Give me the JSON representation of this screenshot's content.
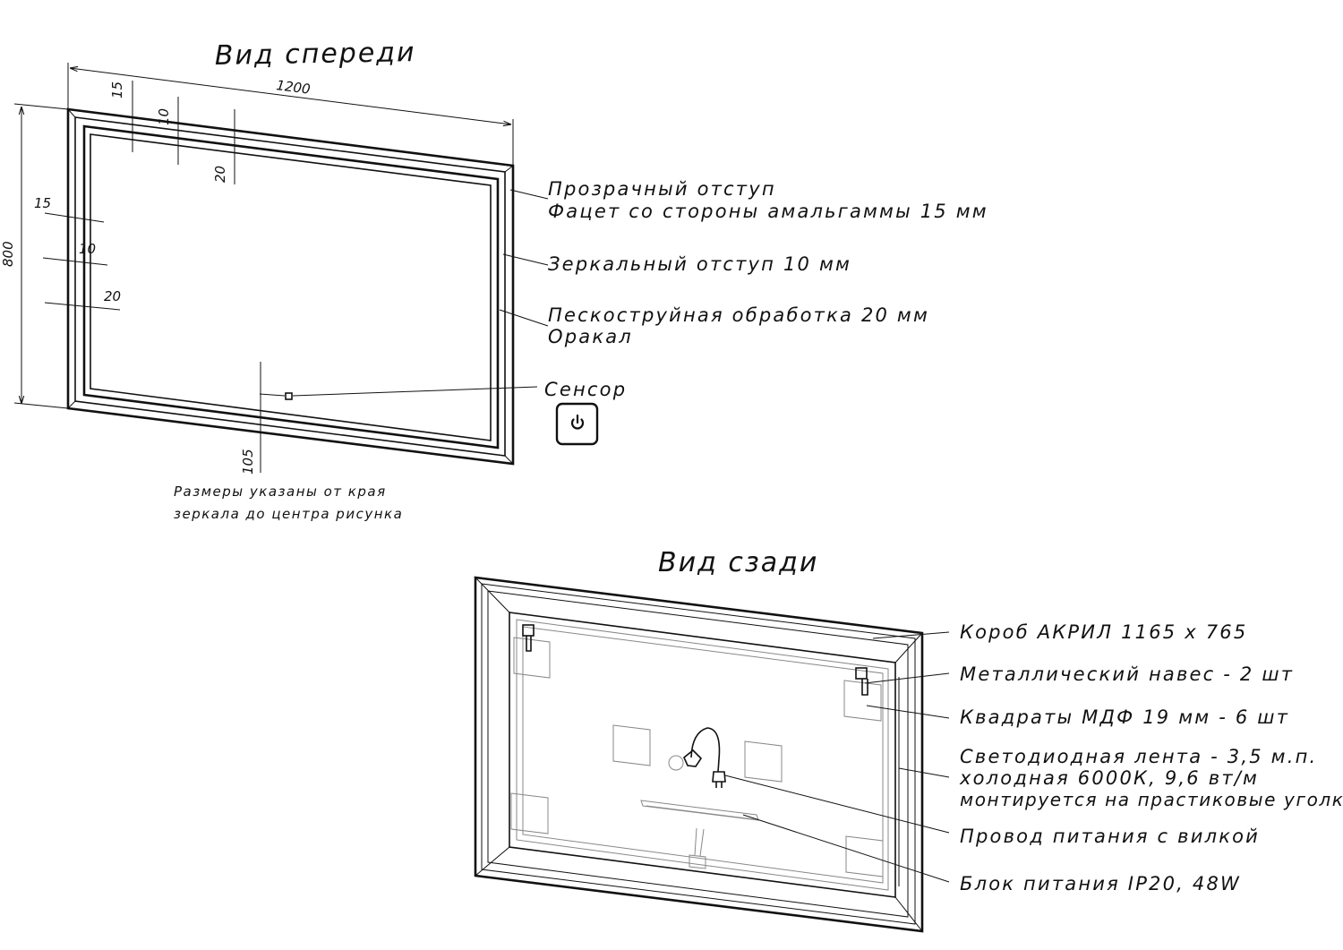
{
  "front": {
    "title": "Вид спереди",
    "width_dim": "1200",
    "height_dim": "800",
    "top_dims": [
      "15",
      "10",
      "20"
    ],
    "side_dims": [
      "15",
      "10",
      "20"
    ],
    "sensor_dim": "105",
    "labels": {
      "transparent_1": "Прозрачный отступ",
      "transparent_2": "Фацет со стороны амальгаммы 15 мм",
      "mirror": "Зеркальный отступ 10 мм",
      "sandblast_1": "Пескоструйная обработка 20 мм",
      "sandblast_2": "Оракал",
      "sensor": "Сенсор"
    },
    "note_1": "Размеры указаны от края",
    "note_2": "зеркала до центра рисунка",
    "icon": "power-icon"
  },
  "back": {
    "title": "Вид сзади",
    "labels": {
      "box": "Короб АКРИЛ 1165 х 765",
      "hangers": "Металлический навес - 2 шт",
      "squares": "Квадраты МДФ 19 мм - 6 шт",
      "led_1": "Светодиодная лента - 3,5 м.п.",
      "led_2": "холодная 6000К, 9,6 вт/м",
      "led_3": "монтируется на прастиковые уголки",
      "cable": "Провод питания с вилкой",
      "psu": "Блок питания IP20, 48W"
    }
  }
}
